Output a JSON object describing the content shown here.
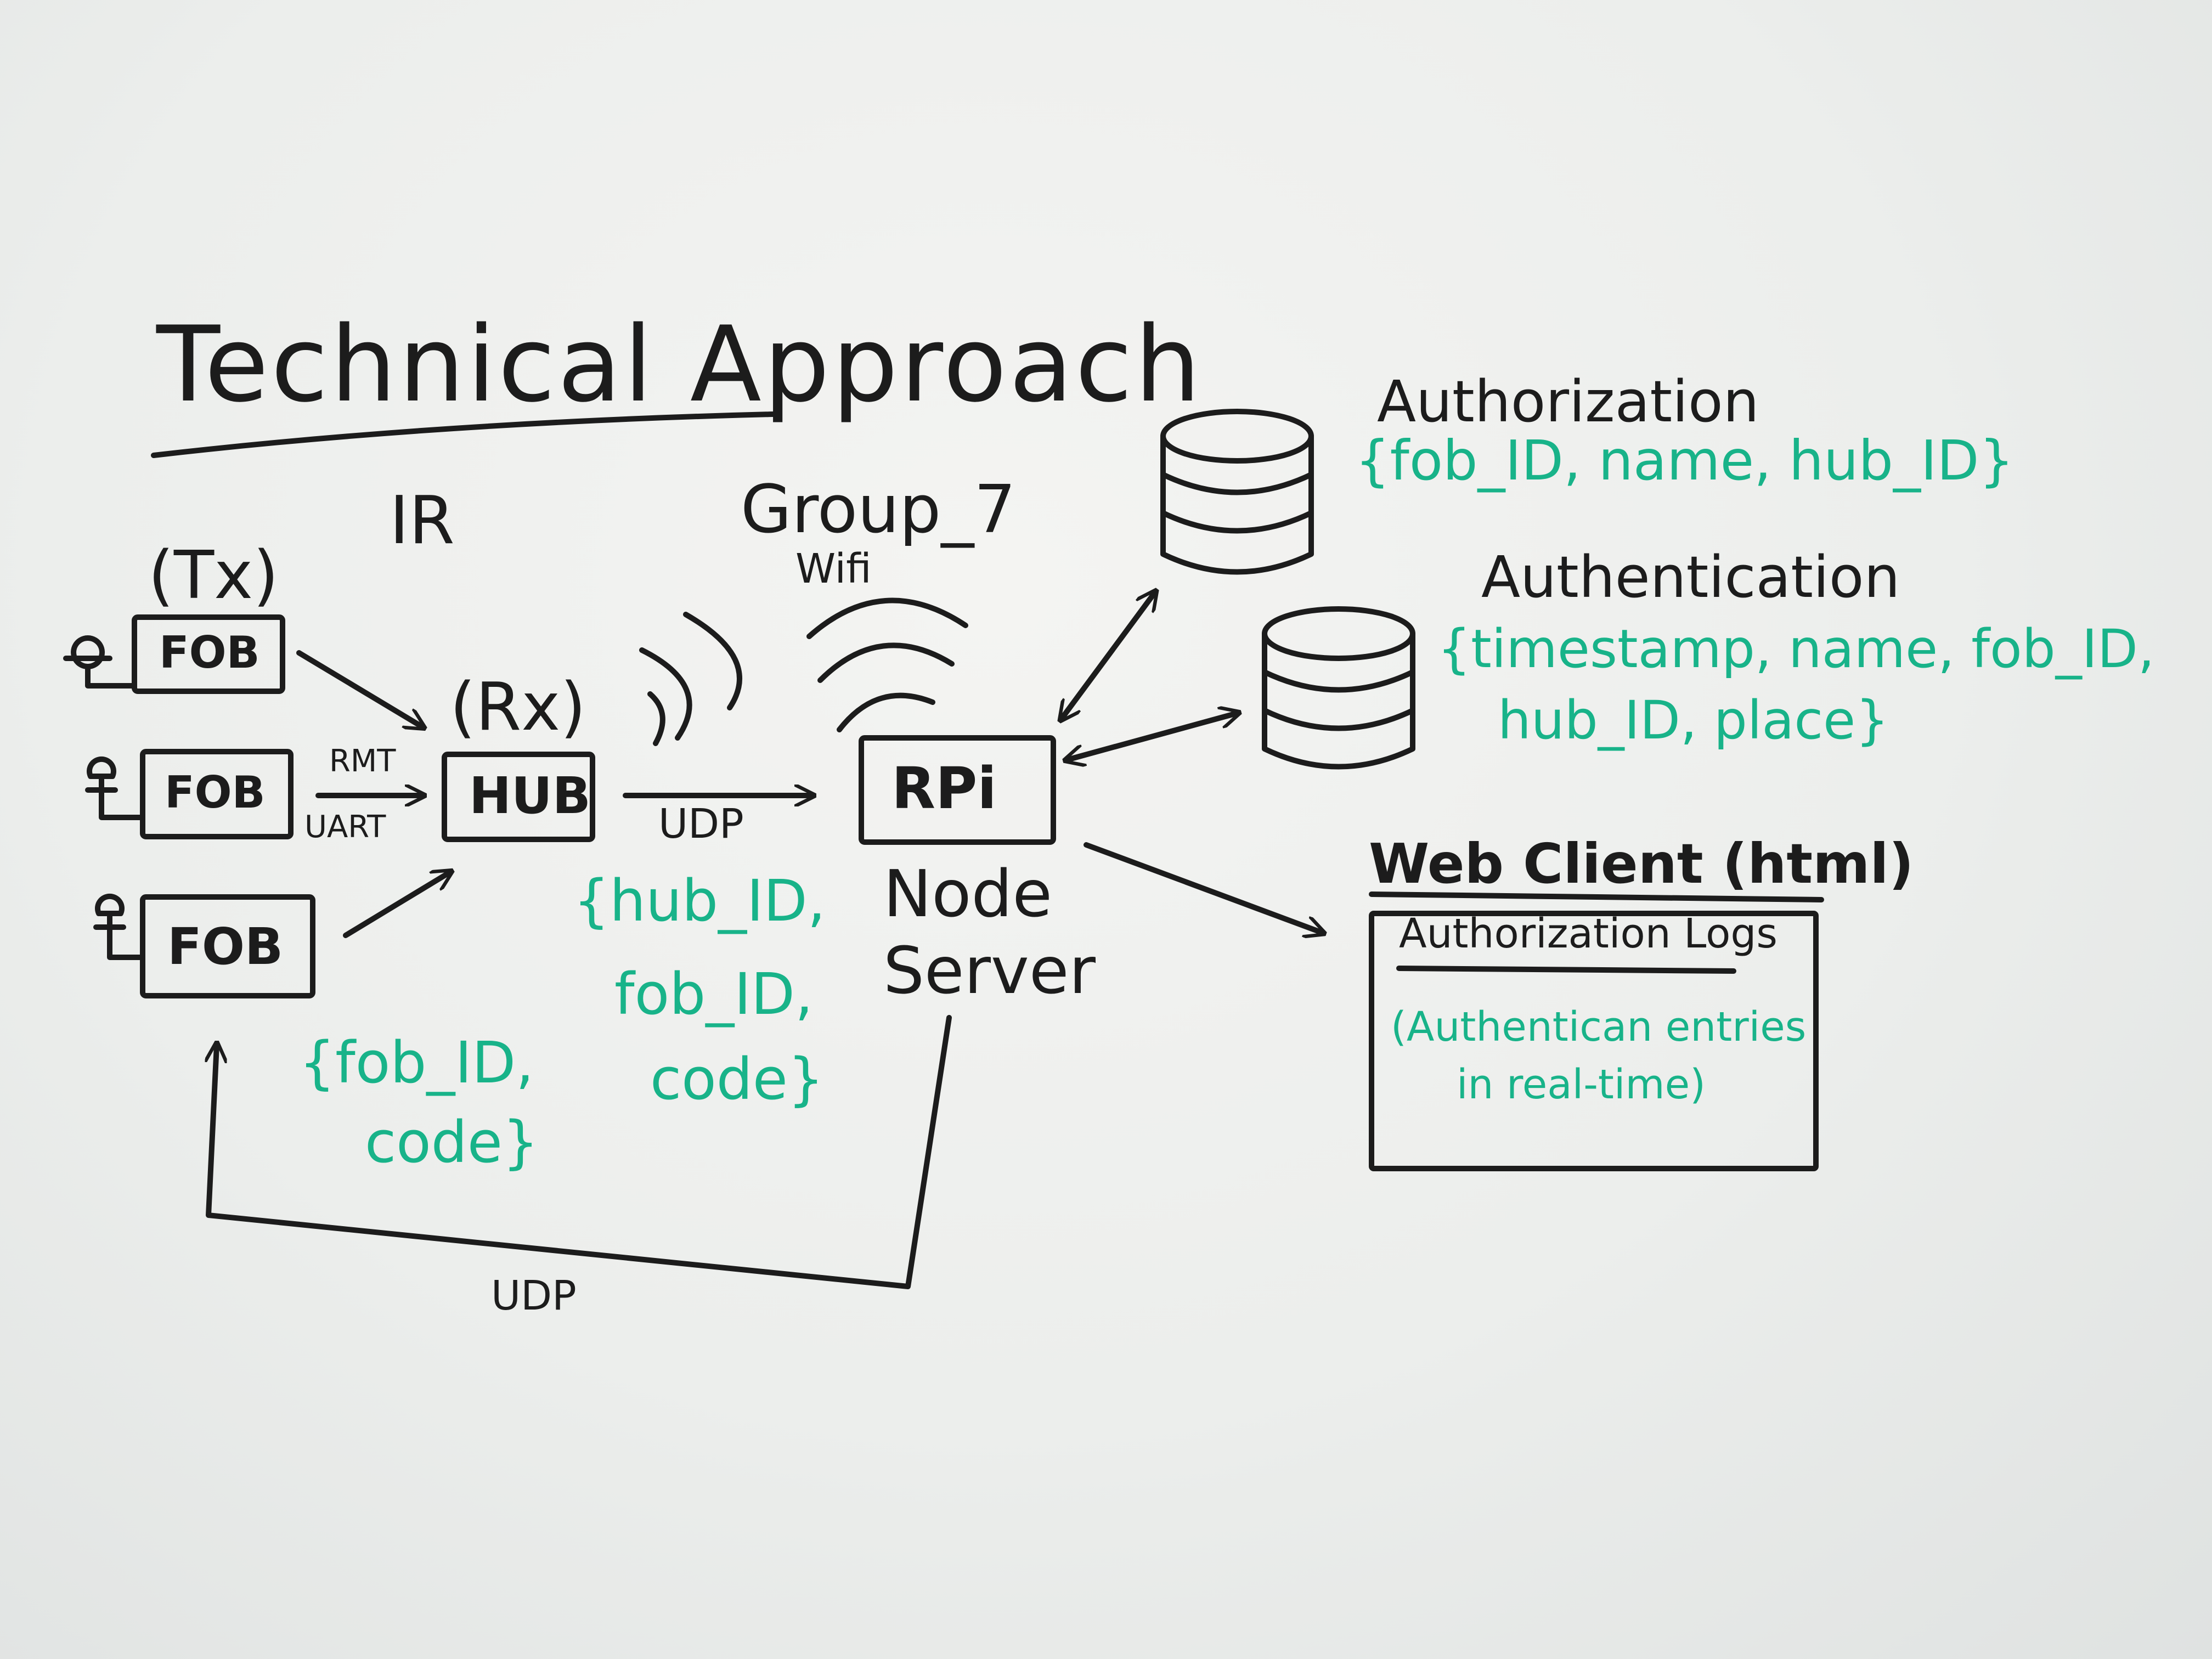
{
  "title": "Technical Approach",
  "labels": {
    "tx": "(Tx)",
    "ir": "IR",
    "rx": "(Rx)",
    "rmt": "RMT",
    "uart": "UART",
    "udp_hub": "UDP",
    "udp_return": "UDP",
    "group": "Group_7",
    "wifi": "Wifi",
    "node": "Node",
    "server": "Server"
  },
  "boxes": {
    "fob1": "FOB",
    "fob2": "FOB",
    "fob3": "FOB",
    "hub": "HUB",
    "rpi": "RPi"
  },
  "payloads": {
    "fob": [
      "{fob_ID,",
      "code}"
    ],
    "hub": [
      "{hub_ID,",
      "fob_ID,",
      "code}"
    ]
  },
  "databases": {
    "authorization": {
      "name": "Authorization",
      "fields": "{fob_ID, name, hub_ID}"
    },
    "authentication": {
      "name": "Authentication",
      "fields": [
        "{timestamp, name, fob_ID,",
        "hub_ID, place}"
      ]
    }
  },
  "web_client": {
    "name": "Web Client (html)",
    "panel_title": "Authorization Logs",
    "panel_note": [
      "(Authentican entries",
      "in real-time)"
    ]
  },
  "colors": {
    "ink": "#1c1c1c",
    "marker_green": "#18b389",
    "board": "#efefed"
  }
}
